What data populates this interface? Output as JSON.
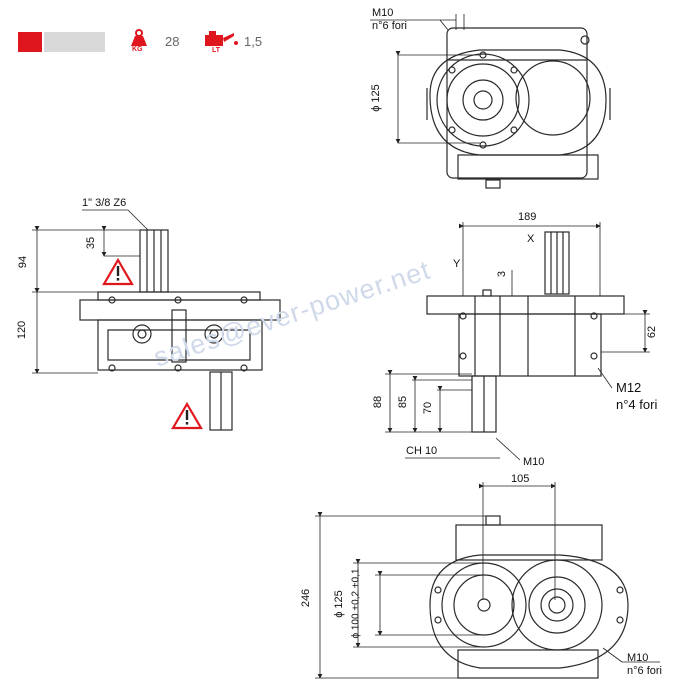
{
  "header": {
    "color_swatch": "#e0161e",
    "weight_icon_text": "KG",
    "weight_value": "28",
    "oil_icon_text": "LT",
    "oil_value": "1,5"
  },
  "top_view": {
    "thread_note_line1": "M10",
    "thread_note_line2": "n°6 fori",
    "diameter_dim": "ϕ 125"
  },
  "side_view": {
    "shaft_spec": "1\" 3/8 Z6",
    "dim_35": "35",
    "dim_94": "94",
    "dim_120": "120"
  },
  "front_view": {
    "dim_189": "189",
    "axis_x": "X",
    "axis_y": "Y",
    "dim_3": "3",
    "dim_62": "62",
    "hole_note_line1": "M12",
    "hole_note_line2": "n°4 fori",
    "dim_88": "88",
    "dim_85": "85",
    "dim_70": "70",
    "key_dim": "CH 10",
    "thread_m10": "M10"
  },
  "bottom_view": {
    "dim_105": "105",
    "dim_246": "246",
    "diameter_dim": "ϕ 125",
    "tolerance_dim": "ϕ 100 +0,2 +0,1",
    "thread_note_line1": "M10",
    "thread_note_line2": "n°6 fori"
  },
  "watermark": "sales@ever-power.net",
  "colors": {
    "accent": "#e0161e",
    "line": "#2a2a2a",
    "watermark": "#cfd9ea"
  }
}
